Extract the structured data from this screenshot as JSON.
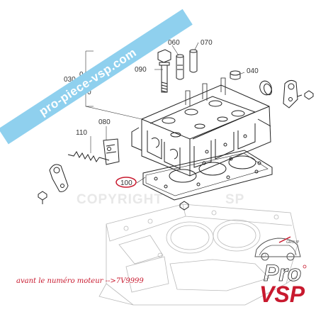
{
  "banner": {
    "text": "pro-piece-vsp.com",
    "color": "#8fd0ee"
  },
  "watermark": {
    "text": "COPYRIGHT"
  },
  "part_labels": {
    "p030": "030",
    "p040": "040",
    "p060": "060",
    "p070": "070",
    "p070b": "070",
    "p080": "080",
    "p090": "090",
    "p100": "100",
    "p110": "110"
  },
  "highlight_color": "#c8192e",
  "footer_note": "avant le numéro moteur -->7V9999",
  "logo": {
    "small": "GROUP",
    "line1": "Pro",
    "line2": "VSP",
    "color": "#c8192e"
  }
}
